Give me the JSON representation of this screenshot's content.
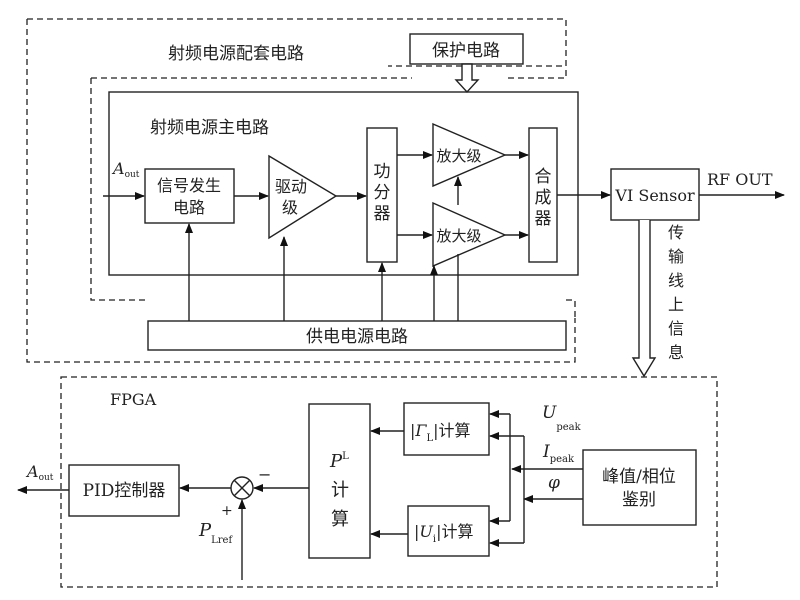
{
  "regions": {
    "supporting_circuit": "射频电源配套电路",
    "main_circuit": "射频电源主电路",
    "fpga": "FPGA"
  },
  "blocks": {
    "protection": "保护电路",
    "signal_gen": [
      "信号发生",
      "电路"
    ],
    "driver": [
      "驱动",
      "级"
    ],
    "splitter": [
      "功",
      "分",
      "器"
    ],
    "amp_top": "放大级",
    "amp_bottom": "放大级",
    "combiner": [
      "合",
      "成",
      "器"
    ],
    "vi_sensor": "VI Sensor",
    "power_supply": "供电电源电路",
    "pl_calc": {
      "symbol": "P",
      "sub": "L",
      "text": [
        "计",
        "算"
      ]
    },
    "gamma_calc": {
      "prefix": "|Γ",
      "sub": "L",
      "suffix": "|计算"
    },
    "ui_calc": {
      "prefix": "|U",
      "sub": "i",
      "suffix": "|计算"
    },
    "pid": "PID控制器",
    "peak_phase": [
      "峰值/相位",
      "鉴别"
    ]
  },
  "labels": {
    "rf_out": "RF OUT",
    "tx_line_info": [
      "传",
      "输",
      "线",
      "上",
      "信",
      "息"
    ],
    "aout_in": {
      "symbol": "A",
      "sub": "out"
    },
    "aout_out": {
      "symbol": "A",
      "sub": "out"
    },
    "u_peak": {
      "symbol": "U",
      "sub": "peak"
    },
    "i_peak": {
      "symbol": "I",
      "sub": "peak"
    },
    "phi": "φ",
    "pl_ref": {
      "symbol": "P",
      "sub": "Lref"
    },
    "plus": "+",
    "minus": "−"
  }
}
